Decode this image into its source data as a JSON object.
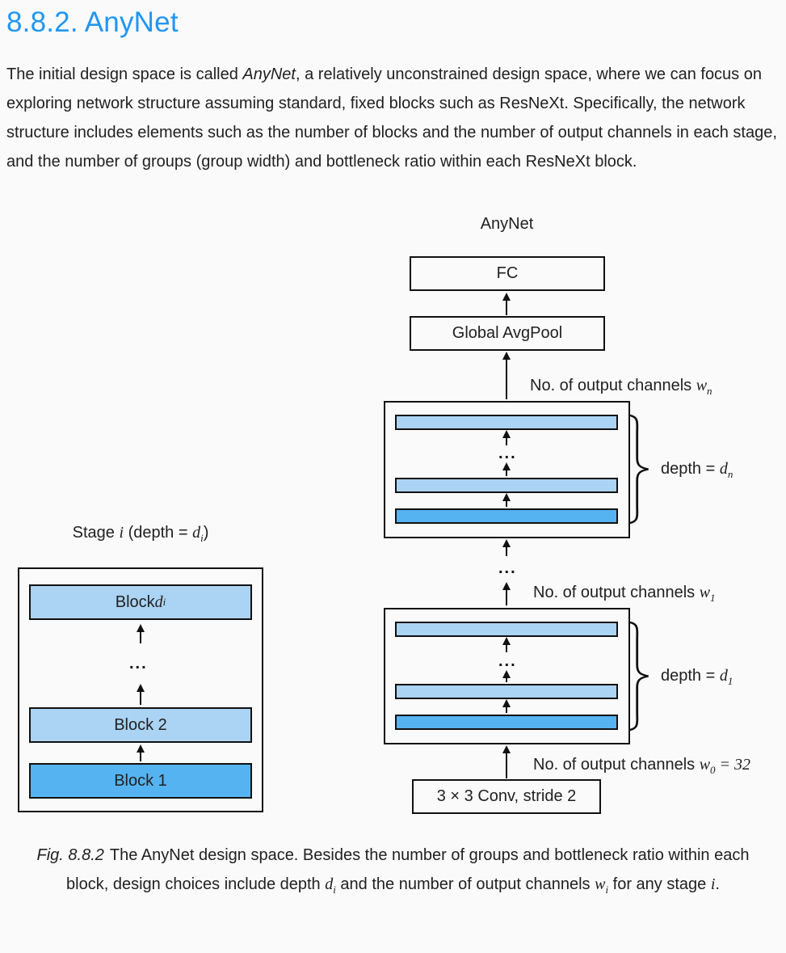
{
  "colors": {
    "heading": "#2196f3",
    "text": "#212121",
    "bar-light": "#aad3f4",
    "bar-dark": "#56b3f1",
    "line": "#111111"
  },
  "header": {
    "title": "8.8.2. AnyNet"
  },
  "paragraph": {
    "part1": "The initial design space is called ",
    "italic": "AnyNet",
    "part2": ", a relatively unconstrained design space, where we can focus on exploring network structure assuming standard, fixed blocks such as ResNeXt. Specifically, the network structure includes elements such as the number of blocks and the number of output channels in each stage, and the number of groups (group width) and bottleneck ratio within each ResNeXt block."
  },
  "diagram": {
    "dots": "...",
    "left": {
      "title": {
        "p1": "Stage ",
        "var_i": "i",
        "p2": " (depth = ",
        "var_d": "d",
        "sub": "i",
        "p3": ")"
      },
      "block_top": {
        "prefix": "Block ",
        "var": "d",
        "sub": "i"
      },
      "block_middle": "Block 2",
      "block_bottom": "Block 1"
    },
    "right": {
      "title": "AnyNet",
      "fc": "FC",
      "avgpool": "Global AvgPool",
      "conv": "3 × 3 Conv, stride 2",
      "label_wn": {
        "prefix": "No. of output channels ",
        "var": "w",
        "sub": "n"
      },
      "label_w1": {
        "prefix": "No. of output channels ",
        "var": "w",
        "sub": "1"
      },
      "label_w0": {
        "prefix": "No. of output channels ",
        "var": "w",
        "sub": "0",
        "suffix": " = 32"
      },
      "depth_n": {
        "prefix": "depth = ",
        "var": "d",
        "sub": "n"
      },
      "depth_1": {
        "prefix": "depth = ",
        "var": "d",
        "sub": "1"
      }
    }
  },
  "caption": {
    "fig": "Fig. 8.8.2",
    "p1": "The AnyNet design space. Besides the number of groups and bottleneck ratio within each block, design choices include depth ",
    "var_d": "d",
    "sub_d": "i",
    "p2": " and the number of output channels ",
    "var_w": "w",
    "sub_w": "i",
    "p3": " for any stage ",
    "var_i": "i",
    "p4": "."
  }
}
